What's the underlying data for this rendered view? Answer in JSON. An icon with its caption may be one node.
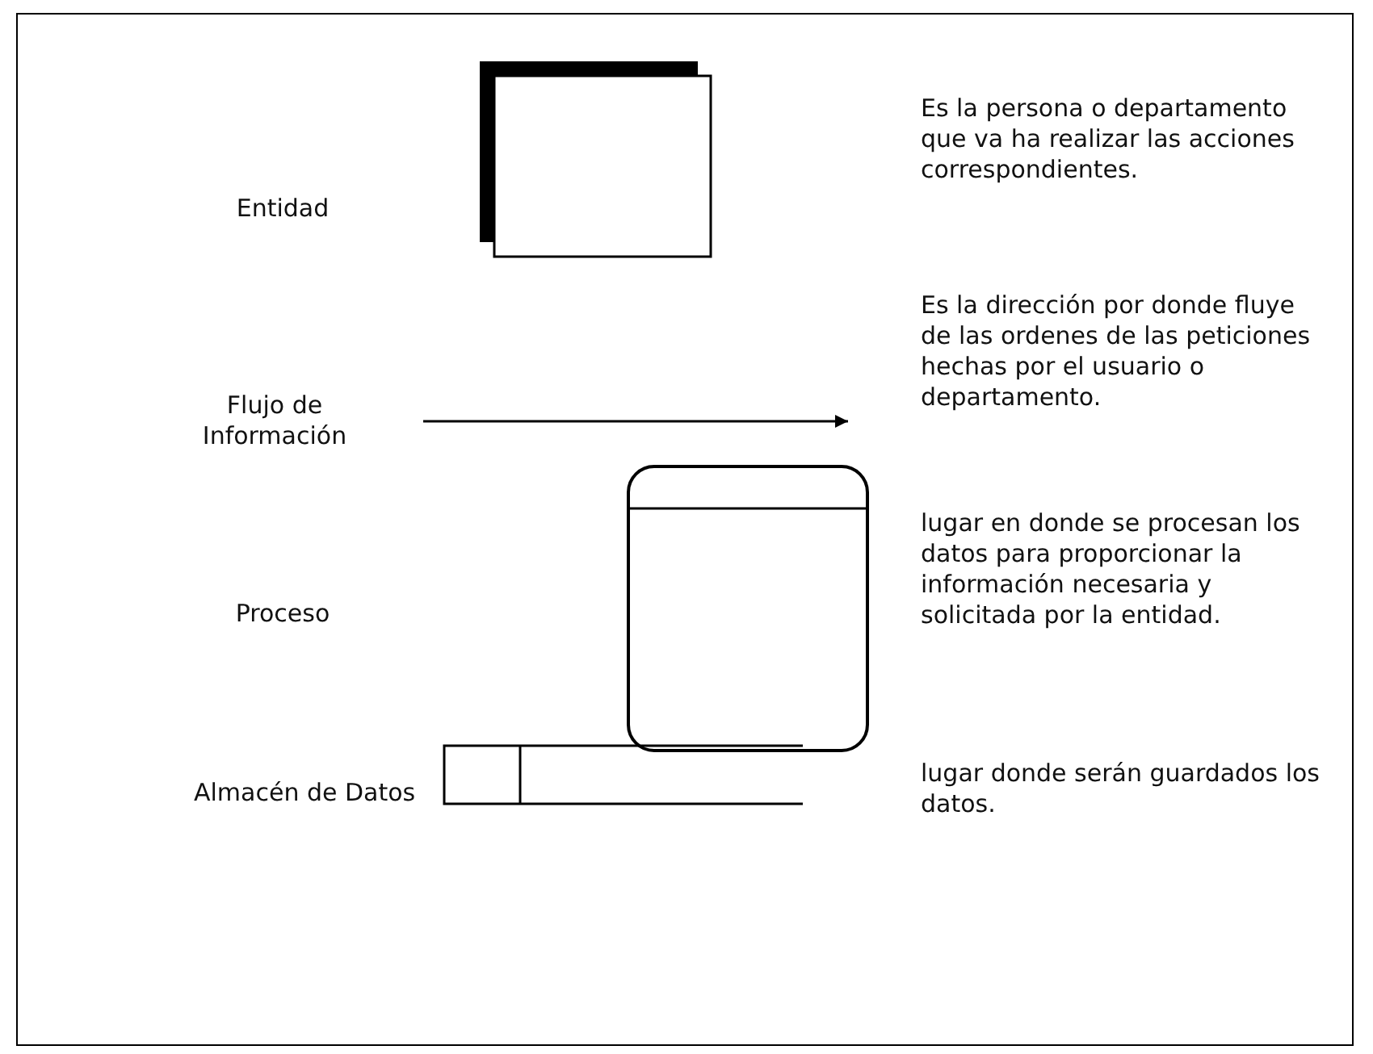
{
  "diagram": {
    "labels": [
      "Entidad",
      "Es la persona o departamento que va ha realizar las acciones correspondientes.",
      "Flujo de Información",
      "Es la dirección por donde fluye de las ordenes de las peticiones hechas por el usuario o departamento.",
      "Proceso",
      "lugar en donde se procesan los datos para proporcionar la información necesaria y solicitada por la entidad.",
      "Almacén de Datos",
      "lugar donde serán guardados los datos."
    ]
  }
}
